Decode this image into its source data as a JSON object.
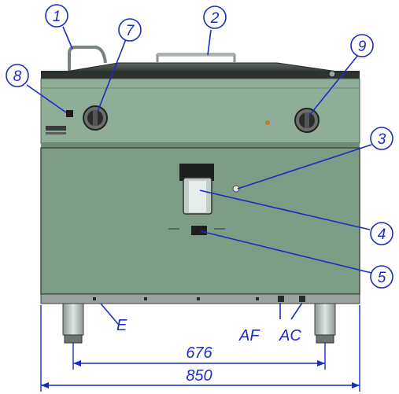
{
  "callouts": [
    {
      "id": "c1",
      "label": "1"
    },
    {
      "id": "c2",
      "label": "2"
    },
    {
      "id": "c3",
      "label": "3"
    },
    {
      "id": "c4",
      "label": "4"
    },
    {
      "id": "c5",
      "label": "5"
    },
    {
      "id": "c7",
      "label": "7"
    },
    {
      "id": "c8",
      "label": "8"
    },
    {
      "id": "c9",
      "label": "9"
    }
  ],
  "connection_codes": {
    "e": "E",
    "af": "AF",
    "ac": "AC"
  },
  "dimensions": {
    "inner_width": "676",
    "overall_width": "850"
  },
  "colors": {
    "body_green": "#7d9c86",
    "panel_green": "#8fae98",
    "dark_top": "#3d4540",
    "annotation_blue": "#1a2dbf",
    "leg_grey": "#b9c2bd"
  }
}
